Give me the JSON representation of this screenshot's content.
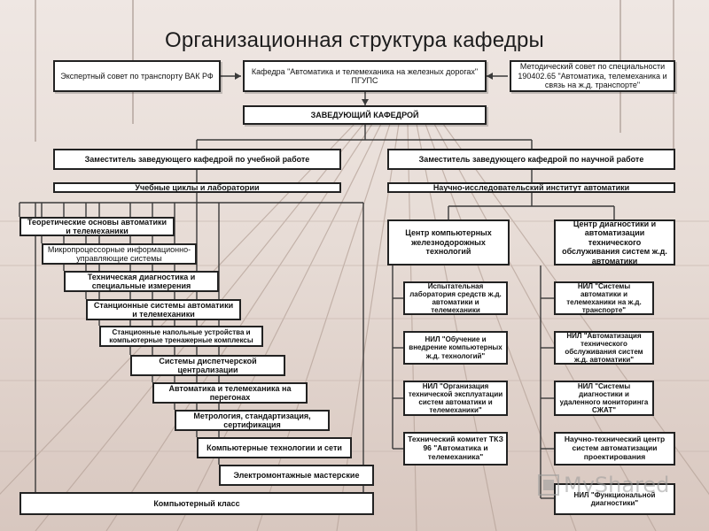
{
  "title": "Организационная структура кафедры",
  "top": {
    "expert": "Экспертный совет по транспорту ВАК РФ",
    "kafedra": "Кафедра \"Автоматика и телемеханика на железных дорогах\" ПГУПС",
    "method": "Методический совет по специальности 190402.65 \"Автоматика, телемеханика и связь на ж.д. транспорте\""
  },
  "head": "ЗАВЕДУЮЩИЙ КАФЕДРОЙ",
  "deputy_edu": "Заместитель заведующего кафедрой по учебной работе",
  "deputy_sci": "Заместитель заведующего кафедрой по научной работе",
  "cycles": "Учебные циклы и лаборатории",
  "institute": "Научно-исследовательский институт автоматики",
  "labs": [
    "Теоретические основы автоматики и телемеханики",
    "Микропроцессорные информационно-управляющие системы",
    "Техническая диагностика и специальные измерения",
    "Станционные системы автоматики и телемеханики",
    "Станционные напольные устройства и компьютерные тренажерные комплексы",
    "Системы диспетчерской централизации",
    "Автоматика и телемеханика на перегонах",
    "Метрология, стандартизация, сертификация",
    "Компьютерные технологии и сети",
    "Электромонтажные мастерские",
    "Компьютерный класс"
  ],
  "center_left": "Центр компьютерных железнодорожных технологий",
  "center_right": "Центр диагностики и автоматизации технического обслуживания систем ж.д. автоматики",
  "mid_items": [
    "Испытательная лаборатория средств ж.д. автоматики и телемеханики",
    "НИЛ \"Обучение и внедрение компьютерных ж.д. технологий\"",
    "НИЛ \"Организация технической эксплуатации систем автоматики и телемеханики\"",
    "Технический комитет ТКЗ 96 \"Автоматика и телемеханика\""
  ],
  "right_items": [
    "НИЛ \"Системы автоматики и телемеханики на ж.д. транспорте\"",
    "НИЛ \"Автоматизация технического обслуживания систем ж.д. автоматики\"",
    "НИЛ \"Системы диагностики и удаленного мониторинга СЖАТ\"",
    "Научно-технический центр систем автоматизации проектирования",
    "НИЛ \"Функциональной диагностики\""
  ],
  "watermark": "MyShared",
  "colors": {
    "line": "#3a3a3a",
    "box_border": "#222222",
    "box_fill": "#ffffff"
  }
}
